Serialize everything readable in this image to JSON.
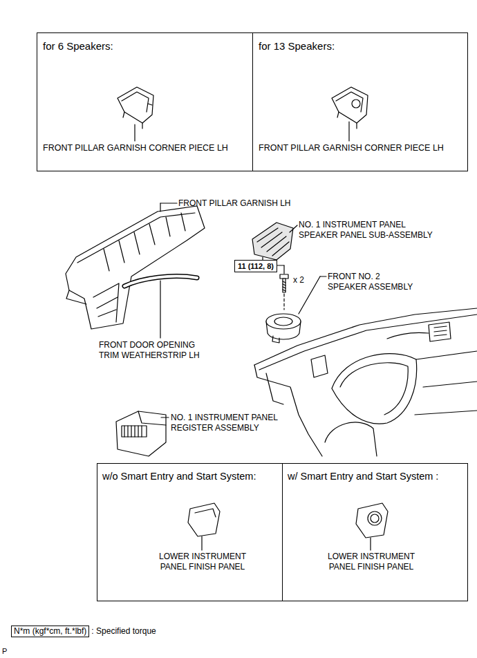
{
  "diagram": {
    "nodes": [
      {
        "text": [
          "for 6 Speakers:",
          "FRONT PILLAR GARNISH CORNER PIECE LH"
        ]
      },
      {
        "text": [
          "for 13 Speakers:",
          "FRONT PILLAR GARNISH CORNER PIECE LH"
        ]
      },
      {
        "text": [
          "11 (112, 8)"
        ]
      },
      {
        "text": [
          "w/o Smart Entry and Start System:",
          "LOWER INSTRUMENT PANEL FINISH PANEL"
        ]
      },
      {
        "text": [
          "w/ Smart Entry and Start System :",
          "LOWER INSTRUMENT PANEL FINISH PANEL"
        ]
      },
      {
        "text": [
          "N*m (kgf*cm, ft.*lbf)"
        ]
      }
    ],
    "labels": [
      "FRONT PILLAR GARNISH LH",
      "NO. 1 INSTRUMENT PANEL SPEAKER PANEL SUB-ASSEMBLY",
      "x 2",
      "FRONT NO. 2 SPEAKER ASSEMBLY",
      "FRONT DOOR OPENING TRIM WEATHERSTRIP LH",
      "NO. 1 INSTRUMENT PANEL REGISTER ASSEMBLY",
      ": Specified torque",
      "P"
    ]
  }
}
